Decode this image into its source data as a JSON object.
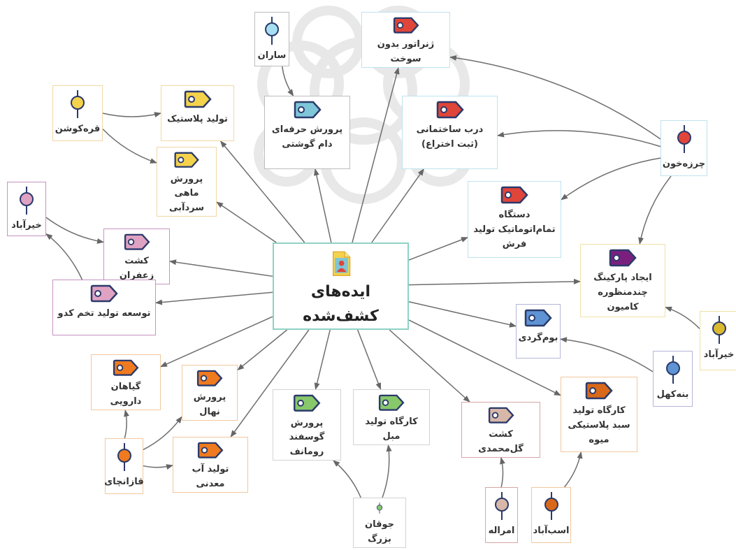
{
  "central": {
    "label": "ایده‌های کشف‌شده",
    "icon": "profile-document-icon"
  },
  "ideas": [
    {
      "id": "generator",
      "label": "ژنراتور بدون سوخت",
      "color": "#e0453a",
      "border": "#bfe3ee"
    },
    {
      "id": "plastic",
      "label": "تولید پلاستیک",
      "color": "#f4d24c",
      "border": "#f2d7a6"
    },
    {
      "id": "livestock",
      "label": "پرورش حرفه‌ای دام گوشتی",
      "color": "#7ec6d8",
      "border": "#bdbdbd"
    },
    {
      "id": "door",
      "label": "درب ساختمانی (ثبت اختراع)",
      "color": "#e0453a",
      "border": "#bfe3ee"
    },
    {
      "id": "fish",
      "label": "پرورش ماهی سردآبی",
      "color": "#f4d24c",
      "border": "#f2d7a6"
    },
    {
      "id": "carpet",
      "label": "دستگاه تمام‌اتوماتیک تولید فرش",
      "color": "#e0453a",
      "border": "#bfe3ee"
    },
    {
      "id": "saffron",
      "label": "کشت زعفران",
      "color": "#e0a2c2",
      "border": "#c693c0"
    },
    {
      "id": "pumpkin",
      "label": "توسعه تولید تخم کدو",
      "color": "#e0a2c2",
      "border": "#c693c0"
    },
    {
      "id": "parking",
      "label": "ایجاد پارکینگ چندمنظوره کامیون",
      "color": "#7b1f7f",
      "border": "#efe2a6"
    },
    {
      "id": "ecotour",
      "label": "بوم‌گردی",
      "color": "#5e93d4",
      "border": "#b5b7d9"
    },
    {
      "id": "herbs",
      "label": "گیاهان دارویی",
      "color": "#ef7a1f",
      "border": "#f2c79e"
    },
    {
      "id": "seedling",
      "label": "پرورش نهال",
      "color": "#ef7a1f",
      "border": "#f2c79e"
    },
    {
      "id": "mineral",
      "label": "تولید آب معدنی",
      "color": "#ef7a1f",
      "border": "#f2c79e"
    },
    {
      "id": "sheep",
      "label": "پرورش گوسفند رومانف",
      "color": "#87c86b",
      "border": "#d3d3d3"
    },
    {
      "id": "furniture",
      "label": "کارگاه تولید مبل",
      "color": "#87c86b",
      "border": "#d3d3d3"
    },
    {
      "id": "rose",
      "label": "کشت گل‌محمدی",
      "color": "#d7b7a8",
      "border": "#d8a6a6"
    },
    {
      "id": "basket",
      "label": "کارگاه تولید سبد پلاستیکی میوه",
      "color": "#d9681a",
      "border": "#f2c79e"
    }
  ],
  "villages": [
    {
      "id": "saran",
      "label": "ساران",
      "color": "#a7dff2",
      "border": "#bdbdbd"
    },
    {
      "id": "gharehkoshan",
      "label": "قره‌کوشن",
      "color": "#f4d24c",
      "border": "#f2d7a6"
    },
    {
      "id": "cherzehkhon",
      "label": "چرزه‌خون",
      "color": "#e0453a",
      "border": "#bfe3ee"
    },
    {
      "id": "kheirabad1",
      "label": "خیرآباد",
      "color": "#e0a2c2",
      "border": "#c693c0"
    },
    {
      "id": "kheirabad2",
      "label": "خیرآباد",
      "color": "#d9b92e",
      "border": "#efe2a6"
    },
    {
      "id": "benehkahal",
      "label": "بنه‌کهل",
      "color": "#5e93d4",
      "border": "#b5b7d9"
    },
    {
      "id": "ghazanchai",
      "label": "قازانچای",
      "color": "#ef7a1f",
      "border": "#f2c79e"
    },
    {
      "id": "joghanbozorg",
      "label": "جوقان بزرگ",
      "color": "#87c86b",
      "border": "#d3d3d3"
    },
    {
      "id": "emraleh",
      "label": "امراله",
      "color": "#d7b7a8",
      "border": "#d8a6a6"
    },
    {
      "id": "asbabad",
      "label": "اسب‌آباد",
      "color": "#d9681a",
      "border": "#f2c79e"
    }
  ],
  "edges": [
    [
      "central",
      "generator"
    ],
    [
      "central",
      "plastic"
    ],
    [
      "central",
      "livestock"
    ],
    [
      "central",
      "door"
    ],
    [
      "central",
      "fish"
    ],
    [
      "central",
      "carpet"
    ],
    [
      "central",
      "saffron"
    ],
    [
      "central",
      "pumpkin"
    ],
    [
      "central",
      "parking"
    ],
    [
      "central",
      "ecotour"
    ],
    [
      "central",
      "herbs"
    ],
    [
      "central",
      "seedling"
    ],
    [
      "central",
      "mineral"
    ],
    [
      "central",
      "sheep"
    ],
    [
      "central",
      "furniture"
    ],
    [
      "central",
      "rose"
    ],
    [
      "central",
      "basket"
    ],
    [
      "saran",
      "livestock"
    ],
    [
      "gharehkoshan",
      "plastic"
    ],
    [
      "gharehkoshan",
      "fish"
    ],
    [
      "cherzehkhon",
      "generator"
    ],
    [
      "cherzehkhon",
      "door"
    ],
    [
      "cherzehkhon",
      "carpet"
    ],
    [
      "cherzehkhon",
      "parking"
    ],
    [
      "kheirabad1",
      "saffron"
    ],
    [
      "pumpkin",
      "kheirabad1"
    ],
    [
      "kheirabad2",
      "parking"
    ],
    [
      "benehkahal",
      "ecotour"
    ],
    [
      "ghazanchai",
      "herbs"
    ],
    [
      "ghazanchai",
      "seedling"
    ],
    [
      "ghazanchai",
      "mineral"
    ],
    [
      "joghanbozorg",
      "sheep"
    ],
    [
      "joghanbozorg",
      "furniture"
    ],
    [
      "emraleh",
      "rose"
    ],
    [
      "asbabad",
      "basket"
    ]
  ]
}
